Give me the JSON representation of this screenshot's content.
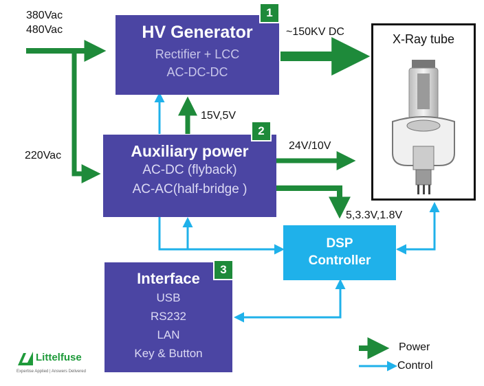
{
  "inputs": {
    "mains_line1": "380Vac",
    "mains_line2": "480Vac",
    "aux_input": "220Vac"
  },
  "hv_generator": {
    "number": "1",
    "title": "HV Generator",
    "line1": "Rectifier + LCC",
    "line2": "AC-DC-DC",
    "output_label": "~150KV DC"
  },
  "xray_tube": {
    "title": "X-Ray tube"
  },
  "aux_power": {
    "number": "2",
    "title": "Auxiliary power",
    "line1": "AC-DC (flyback)",
    "line2": "AC-AC(half-bridge )",
    "to_hv_label": "15V,5V",
    "to_tube_label": "24V/10V",
    "to_dsp_label": "5,3.3V,1.8V"
  },
  "dsp": {
    "line1": "DSP",
    "line2": "Controller"
  },
  "interface": {
    "number": "3",
    "title": "Interface",
    "items": [
      "USB",
      "RS232",
      "LAN",
      "Key & Button"
    ]
  },
  "legend": {
    "power_label": "Power",
    "control_label": "Control"
  },
  "logo": {
    "brand": "Littelfuse",
    "tagline": "Expertise Applied | Answers Delivered"
  },
  "colors": {
    "power": "#1e8a3a",
    "control": "#1fb1ea",
    "block": "#4b45a3",
    "dsp": "#1fb1ea"
  }
}
